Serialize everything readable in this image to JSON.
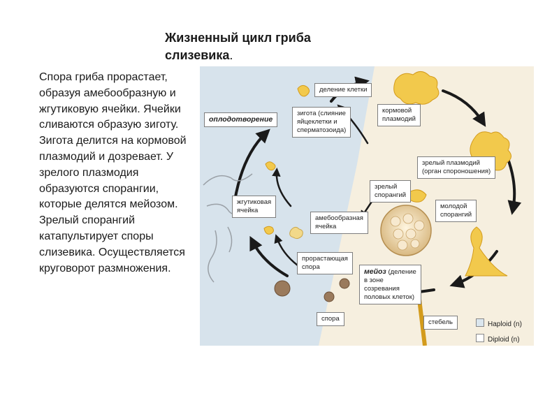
{
  "title_main": "Жизненный цикл гриба слизевика",
  "title_dot": ".",
  "description": "Спора гриба прорастает, образуя амебообразную и жгутиковую ячейки. Ячейки сливаются образую зиготу. Зигота делится на кормовой плазмодий и дозревает. У зрелого плазмодия образуются спорангии, которые делятся мейозом. Зрелый спорангий катапультирует споры слизевика. Осуществляется круговорот размножения.",
  "labels": {
    "fertilization": "оплодотворение",
    "cell_division": "деление клетки",
    "zygote": [
      "зигота (слияние",
      "яйцеклетки и",
      "сперматозоида)"
    ],
    "feeding_plasmodium": [
      "кормовой",
      "плазмодий"
    ],
    "mature_plasmodium": [
      "зрелый плазмодий",
      "(орган спороношения)"
    ],
    "mature_sporangium": [
      "зрелый",
      "спорангий"
    ],
    "young_sporangium": [
      "молодой",
      "спорангий"
    ],
    "flagellated_cell": [
      "жгутиковая",
      "ячейка"
    ],
    "amoeboid_cell": [
      "амебообразная",
      "ячейка"
    ],
    "germinating_spore": [
      "прорастающая",
      "спора"
    ],
    "meiosis_title": "мейоз",
    "meiosis_text": [
      "(деление",
      "в зоне",
      "созревания",
      "половых клеток)"
    ],
    "spore": "спора",
    "stalk": "стебель"
  },
  "legend": [
    {
      "label": "Haploid (n)",
      "color": "#dbe6ee"
    },
    {
      "label": "Diploid (n)",
      "color": "#ffffff"
    }
  ],
  "colors": {
    "haploid_bg": "#d7e3ec",
    "diploid_bg": "#f6efdf",
    "plasmodium": "#f2c94c",
    "arrow": "#1a1a1a"
  },
  "icons": [
    "cycle-arrow-icon",
    "plasmodium-icon",
    "sporangium-icon",
    "spore-icon",
    "flagellated-cell-icon",
    "amoeboid-cell-icon"
  ]
}
